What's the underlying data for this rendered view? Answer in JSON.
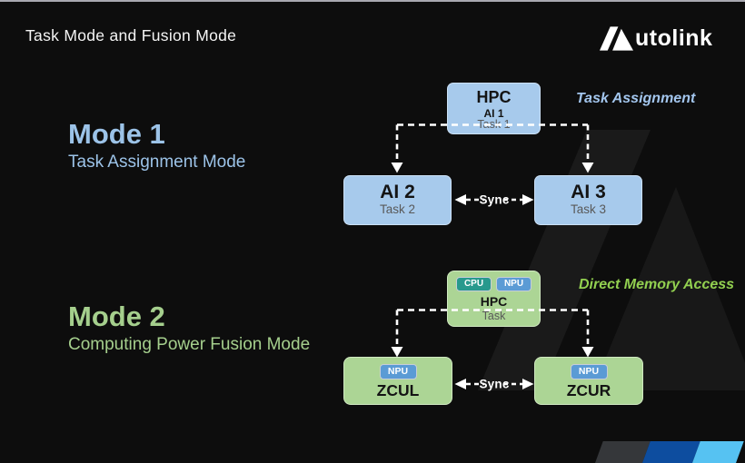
{
  "slide": {
    "title": "Task Mode and Fusion Mode",
    "logo": {
      "brand": "Autolink",
      "text_after_glyph": "utolink"
    }
  },
  "mode1": {
    "heading": "Mode 1",
    "subtitle": "Task Assignment Mode",
    "annotation": "Task Assignment",
    "hpc_box": {
      "title": "HPC",
      "line2": "AI 1",
      "line3": "Task 1"
    },
    "left_box": {
      "title": "AI 2",
      "subtitle": "Task 2"
    },
    "right_box": {
      "title": "AI 3",
      "subtitle": "Task 3"
    },
    "sync_label": "Sync"
  },
  "mode2": {
    "heading": "Mode 2",
    "subtitle": "Computing Power Fusion Mode",
    "annotation": "Direct Memory Access",
    "hpc_box": {
      "chips": [
        "CPU",
        "NPU"
      ],
      "title": "HPC",
      "subtitle": "Task"
    },
    "left_box": {
      "chip": "NPU",
      "title": "ZCUL"
    },
    "right_box": {
      "chip": "NPU",
      "title": "ZCUR"
    },
    "sync_label": "Sync"
  },
  "colors": {
    "background": "#0d0d0d",
    "blue_box": "#a7caec",
    "green_box": "#acd595",
    "mode1_accent": "#9cc3e8",
    "mode2_accent": "#a5cf8d",
    "dma_green": "#92d050",
    "cpu_chip": "#28998d",
    "npu_chip": "#5b9bd5",
    "connector": "#ffffff",
    "stripe_gray": "#35373a",
    "stripe_blue": "#0d4d9f",
    "stripe_light_blue": "#56c2f2"
  }
}
